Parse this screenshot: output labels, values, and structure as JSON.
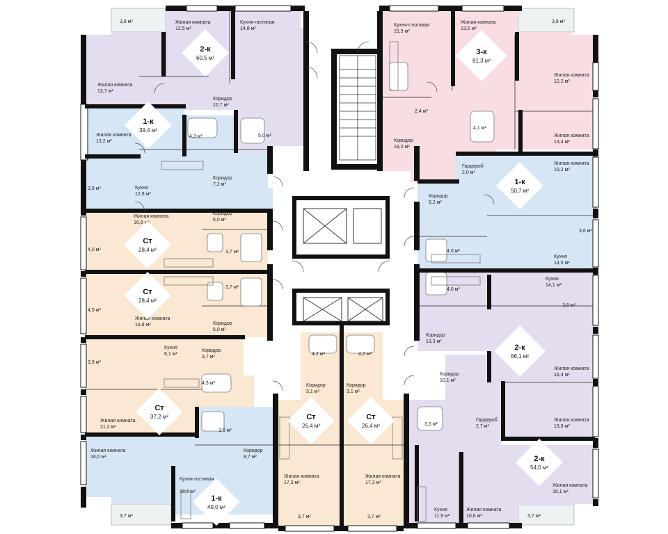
{
  "colors": {
    "purple": "#e4dcef",
    "blue": "#d7e6f5",
    "peach": "#fbe8d2",
    "pink": "#f8dde3",
    "core": "#ffffff",
    "wall": "#111111",
    "balcony": "#eef2f2"
  },
  "apartments": [
    {
      "id": "a2k_nw",
      "type": "2-к",
      "area": "60,5 м²",
      "rooms": [
        {
          "label": "Жилая комната",
          "area": "12,5 м²"
        },
        {
          "label": "Кухня-гостиная",
          "area": "14,8 м²"
        },
        {
          "label": "Жилая комната",
          "area": "13,7 м²"
        },
        {
          "label": "Коридор",
          "area": "12,7 м²"
        },
        {
          "label": "",
          "area": "5,0 м²"
        },
        {
          "label": "",
          "area": "3,8 м²"
        }
      ]
    },
    {
      "id": "a3k_ne",
      "type": "3-к",
      "area": "81,3 м²",
      "rooms": [
        {
          "label": "Кухня-столовая",
          "area": "15,9 м²"
        },
        {
          "label": "Жилая комната",
          "area": "13,5 м²"
        },
        {
          "label": "",
          "area": "3,8 м²"
        },
        {
          "label": "Жилая комната",
          "area": "12,2 м²"
        },
        {
          "label": "",
          "area": "2,4 м²"
        },
        {
          "label": "",
          "area": "4,1 м²"
        },
        {
          "label": "Жилая комната",
          "area": "13,4 м²"
        },
        {
          "label": "Коридор",
          "area": "18,0 м²"
        }
      ]
    },
    {
      "id": "a1k_w",
      "type": "1-к",
      "area": "39,4 м²",
      "rooms": [
        {
          "label": "Жилая комната",
          "area": "13,2 м²"
        },
        {
          "label": "",
          "area": "4,3 м²"
        },
        {
          "label": "",
          "area": "3,9 м²"
        },
        {
          "label": "Кухня",
          "area": "12,8 м²"
        },
        {
          "label": "Коридор",
          "area": "7,2 м²"
        }
      ]
    },
    {
      "id": "a1k_e",
      "type": "1-к",
      "area": "50,7 м²",
      "rooms": [
        {
          "label": "Гардероб",
          "area": "2,0 м²"
        },
        {
          "label": "Жилая комната",
          "area": "19,2 м²"
        },
        {
          "label": "Коридор",
          "area": "9,2 м²"
        },
        {
          "label": "",
          "area": "3,6 м²"
        },
        {
          "label": "",
          "area": "4,0 м²"
        },
        {
          "label": "Кухня",
          "area": "14,5 м²"
        }
      ]
    },
    {
      "id": "aст_w1",
      "type": "Ст",
      "area": "28,4 м²",
      "rooms": [
        {
          "label": "Жилая комната",
          "area": "16,8 м²"
        },
        {
          "label": "Коридор",
          "area": "6,0 м²"
        },
        {
          "label": "",
          "area": "4,0 м²"
        },
        {
          "label": "",
          "area": "3,7 м²"
        }
      ]
    },
    {
      "id": "aст_w2",
      "type": "Ст",
      "area": "28,4 м²",
      "rooms": [
        {
          "label": "",
          "area": "4,0 м²"
        },
        {
          "label": "",
          "area": "3,7 м²"
        },
        {
          "label": "Жилая комната",
          "area": "16,8 м²"
        },
        {
          "label": "Коридор",
          "area": "6,0 м²"
        }
      ]
    },
    {
      "id": "a2k_e",
      "type": "2-к",
      "area": "66,1 м²",
      "rooms": [
        {
          "label": "",
          "area": "4,0 м²"
        },
        {
          "label": "Кухня",
          "area": "14,1 м²"
        },
        {
          "label": "",
          "area": "3,8 м²"
        },
        {
          "label": "Коридор",
          "area": "13,3 м²"
        },
        {
          "label": "Жилая комната",
          "area": "16,4 м²"
        },
        {
          "label": "Гардероб",
          "area": "2,7 м²"
        },
        {
          "label": "Жилая комната",
          "area": "13,8 м²"
        }
      ]
    },
    {
      "id": "aст_w3",
      "type": "Ст",
      "area": "37,2 м²",
      "rooms": [
        {
          "label": "",
          "area": "3,9 м²"
        },
        {
          "label": "Кухня",
          "area": "6,1 м²"
        },
        {
          "label": "Коридор",
          "area": "3,7 м²"
        },
        {
          "label": "",
          "area": "4,3 м²"
        },
        {
          "label": "Жилая комната",
          "area": "21,2 м²"
        }
      ]
    },
    {
      "id": "aст_c1",
      "type": "Ст",
      "area": "26,4 м²",
      "rooms": [
        {
          "label": "",
          "area": "4,2 м²"
        },
        {
          "label": "Коридор",
          "area": "3,1 м²"
        },
        {
          "label": "Жилая комната",
          "area": "17,3 м²"
        },
        {
          "label": "",
          "area": "3,7 м²"
        }
      ]
    },
    {
      "id": "aст_c2",
      "type": "Ст",
      "area": "26,4 м²",
      "rooms": [
        {
          "label": "",
          "area": "4,2 м²"
        },
        {
          "label": "Коридор",
          "area": "3,1 м²"
        },
        {
          "label": "Жилая комната",
          "area": "17,3 м²"
        },
        {
          "label": "",
          "area": "3,7 м²"
        }
      ]
    },
    {
      "id": "a1k_sw",
      "type": "1-к",
      "area": "49,0 м²",
      "rooms": [
        {
          "label": "Жилая комната",
          "area": "16,0 м²"
        },
        {
          "label": "",
          "area": "3,9 м²"
        },
        {
          "label": "Коридор",
          "area": "8,7 м²"
        },
        {
          "label": "Кухня-гостиная",
          "area": "18,6 м²"
        },
        {
          "label": "",
          "area": "3,7 м²"
        }
      ]
    },
    {
      "id": "a2k_se",
      "type": "2-к",
      "area": "54,0 м²",
      "rooms": [
        {
          "label": "Коридор",
          "area": "10,1 м²"
        },
        {
          "label": "",
          "area": "3,5 м²"
        },
        {
          "label": "Жилая комната",
          "area": "16,1 м²"
        },
        {
          "label": "Кухня",
          "area": "11,9 м²"
        },
        {
          "label": "Жилая комната",
          "area": "10,6 м²"
        },
        {
          "label": "",
          "area": "3,7 м²"
        }
      ]
    }
  ]
}
